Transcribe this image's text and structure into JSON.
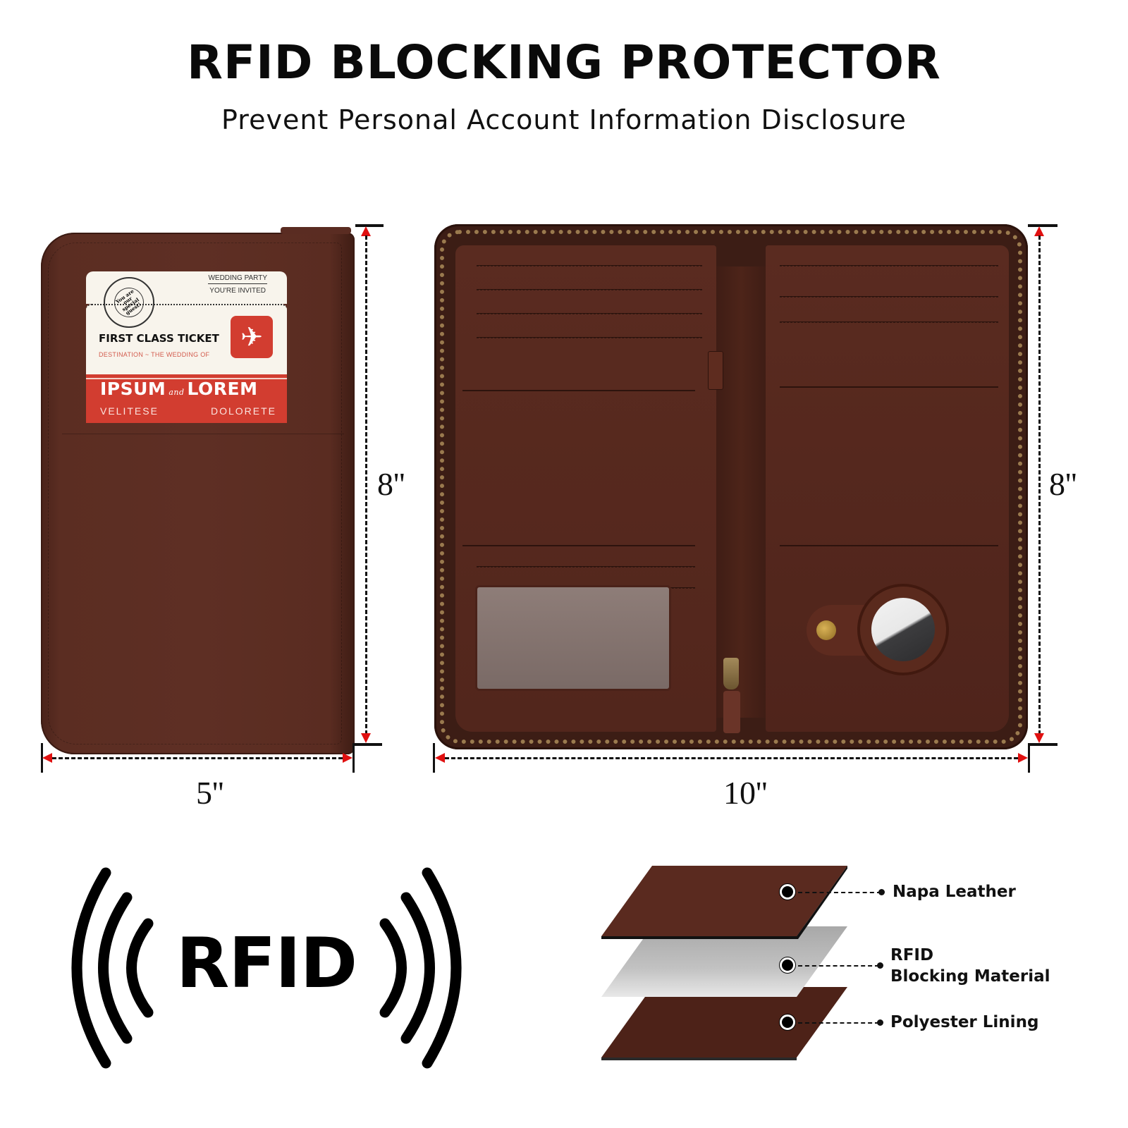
{
  "header": {
    "title": "RFID BLOCKING PROTECTOR",
    "subtitle": "Prevent Personal Account Information Disclosure"
  },
  "closed_wallet": {
    "ticket": {
      "stamp_ring": "Wedding ✶ Party ✶ Invitation ✶",
      "stamp_center": "You are our special guest!",
      "top_line_1": "WEDDING PARTY",
      "top_line_2": "YOU'RE INVITED",
      "heading": "FIRST CLASS TICKET",
      "destination": "DESTINATION ~ THE WEDDING OF",
      "name_left": "IPSUM",
      "name_connector": "and",
      "name_right": "LOREM",
      "sub_left": "VELITESE",
      "sub_right": "DOLORETE",
      "plane_icon": "✈",
      "accent_color": "#d23d30"
    },
    "width_label": "5''",
    "height_label": "8''"
  },
  "open_wallet": {
    "width_label": "10''",
    "height_label": "8''",
    "airtag_icon": ""
  },
  "rfid_icon": {
    "label": "RFID"
  },
  "layers": [
    {
      "label_lines": [
        "Napa Leather"
      ]
    },
    {
      "label_lines": [
        "RFID",
        "Blocking Material"
      ]
    },
    {
      "label_lines": [
        "Polyester Lining"
      ]
    }
  ],
  "colors": {
    "leather": "#5e2f24",
    "dimension_arrow": "#e01010",
    "ticket_red": "#d23d30",
    "rfid_layer": "#b8b8b8"
  }
}
